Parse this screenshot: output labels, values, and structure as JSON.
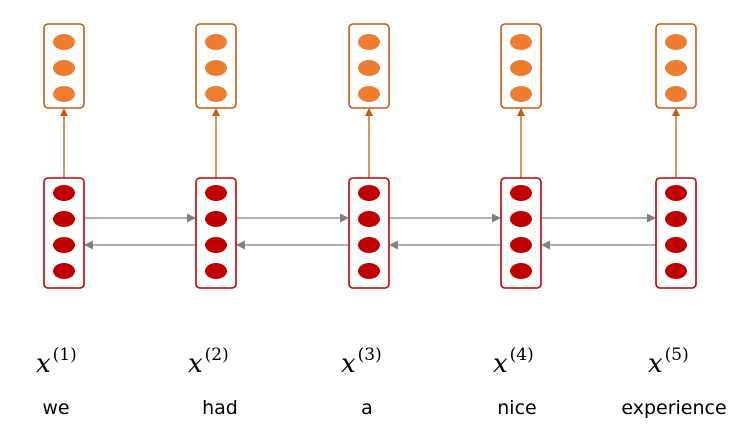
{
  "colors": {
    "output_border": "#C55A11",
    "output_fill": "#ED7D31",
    "hidden_border": "#C00000",
    "hidden_fill": "#C00000",
    "up_arrow": "#C55A11",
    "side_arrow": "#7F7F7F"
  },
  "timesteps": [
    {
      "variable": "x",
      "superscript": "(1)",
      "word": "we"
    },
    {
      "variable": "x",
      "superscript": "(2)",
      "word": "had"
    },
    {
      "variable": "x",
      "superscript": "(3)",
      "word": "a"
    },
    {
      "variable": "x",
      "superscript": "(4)",
      "word": "nice"
    },
    {
      "variable": "x",
      "superscript": "(5)",
      "word": "experience"
    }
  ],
  "output_units": 3,
  "hidden_units": 4
}
